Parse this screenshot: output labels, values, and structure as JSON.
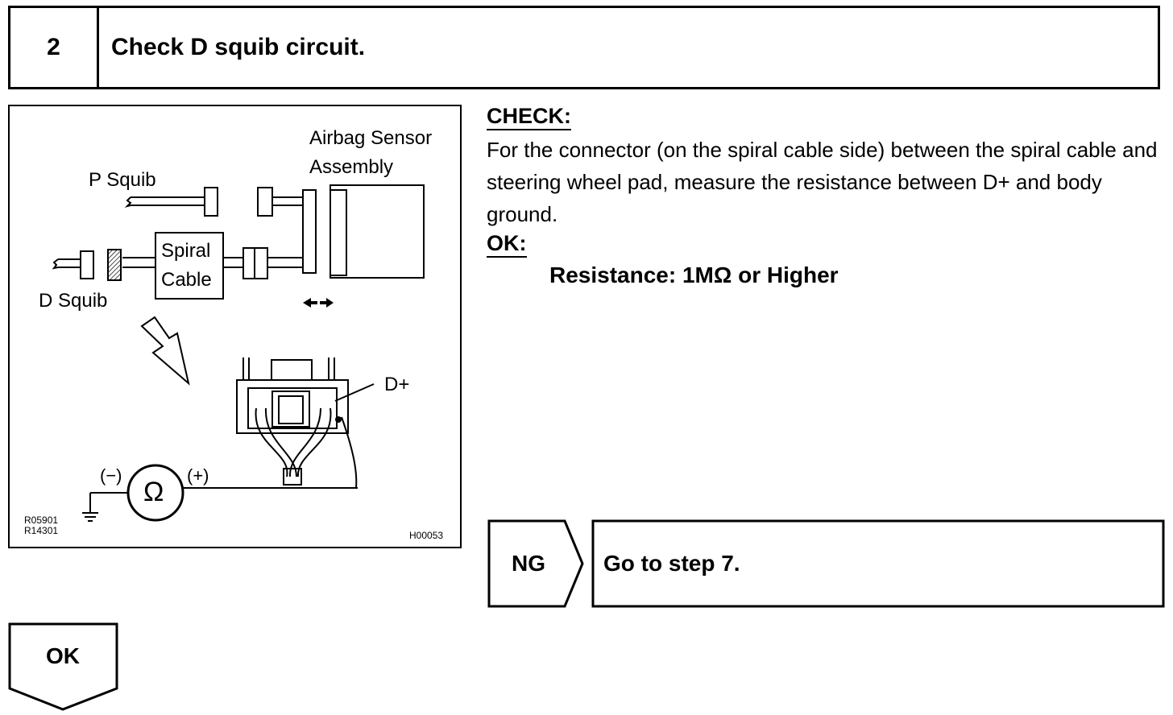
{
  "header": {
    "step_number": "2",
    "title": "Check D squib circuit."
  },
  "figure": {
    "labels": {
      "airbag_sensor_1": "Airbag Sensor",
      "airbag_sensor_2": "Assembly",
      "p_squib": "P Squib",
      "spiral_1": "Spiral",
      "spiral_2": "Cable",
      "d_squib": "D Squib",
      "d_plus": "D+",
      "minus": "(−)",
      "plus": "(+)",
      "ohm": "Ω"
    },
    "codes_left": "R05901\nR14301",
    "code_right": "H00053"
  },
  "check": {
    "label": "CHECK:",
    "text": "For the connector (on the spiral cable side) between the spiral cable and steering wheel pad, measure the resistance between D+ and body ground."
  },
  "ok": {
    "label": "OK:",
    "result": "Resistance: 1MΩ or Higher"
  },
  "ng": {
    "label": "NG",
    "action": "Go to step 7."
  },
  "flow_ok": {
    "label": "OK"
  }
}
